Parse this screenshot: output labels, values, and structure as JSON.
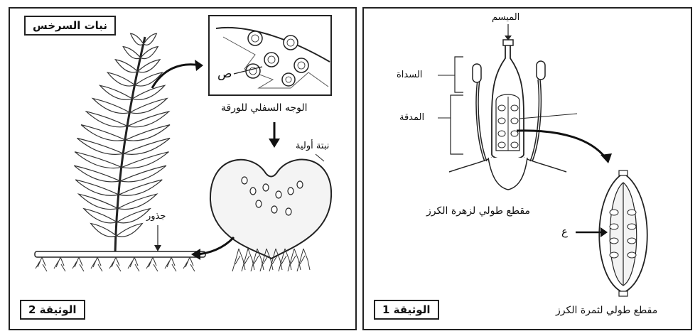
{
  "left_panel": {
    "title": "نبات السرخس",
    "doc_label": "الوثيقة 2",
    "labels": {
      "leaf_underside": "الوجه السفلي للورقة",
      "sorus_letter": "ص",
      "prothallus": "نبتة أولية",
      "roots": "جذور"
    }
  },
  "right_panel": {
    "doc_label": "الوثيقة 1",
    "labels": {
      "stigma": "الميسم",
      "stamen": "السداة",
      "pistil": "المدقة",
      "flower_section": "مقطع طولي لزهرة الكرز",
      "fruit_letter": "ع",
      "fruit_section": "مقطع طولي لثمرة الكرز"
    }
  }
}
